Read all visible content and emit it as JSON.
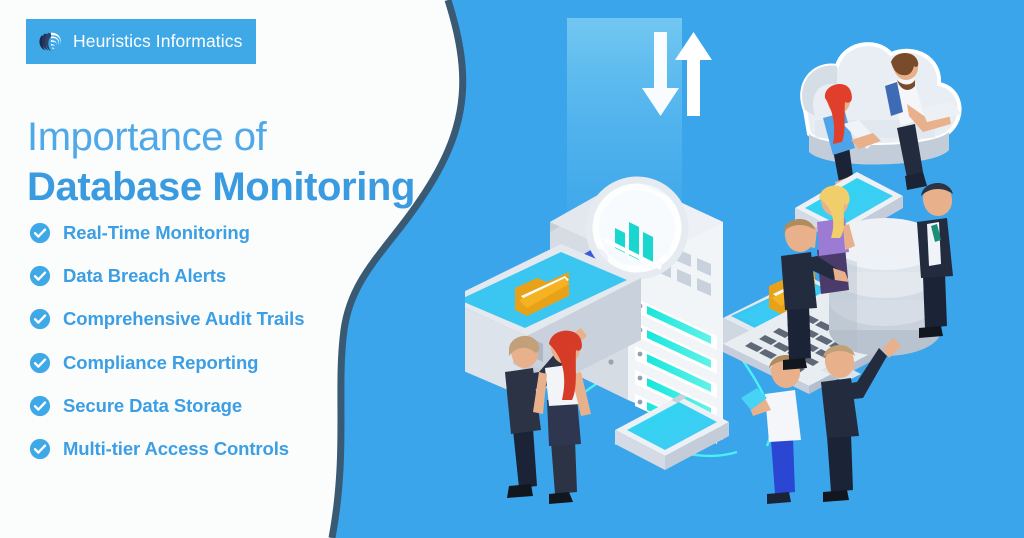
{
  "brand": {
    "logo_icon": "swoosh-wave-logo-icon",
    "name": "Heuristics Informatics",
    "badge_color": "#3FA9E8",
    "text_color": "#FFFFFF"
  },
  "headline": {
    "line1": "Importance of",
    "line2": "Database Monitoring",
    "line1_color": "#4FA8E8",
    "line2_color": "#3B9BE0"
  },
  "bullets": {
    "icon": "check-circle-icon",
    "icon_color": "#3FA9E8",
    "text_color": "#3C9FE4",
    "items": [
      {
        "label": "Real-Time Monitoring"
      },
      {
        "label": "Data Breach Alerts"
      },
      {
        "label": "Comprehensive Audit Trails"
      },
      {
        "label": "Compliance Reporting"
      },
      {
        "label": "Secure Data Storage"
      },
      {
        "label": "Multi-tier Access Controls"
      }
    ]
  },
  "theme": {
    "panel_background": "#FBFCFC",
    "accent_background": "#3AA5EA",
    "divider_stroke": "#3A5A73"
  },
  "illustration": {
    "name": "isometric-database-monitoring-scene",
    "elements": [
      {
        "name": "data-transfer-arrows-icon",
        "label": "up-down data transfer arrows"
      },
      {
        "name": "server-tower-icon",
        "label": "isometric server rack tower"
      },
      {
        "name": "magnifier-icon",
        "label": "magnifying glass over server with bar chart"
      },
      {
        "name": "bar-chart-icon",
        "label": "analytics bars inside magnifier"
      },
      {
        "name": "cloud-icon",
        "label": "cloud platform with two seated workers"
      },
      {
        "name": "database-cylinder-icon",
        "label": "stacked database discs"
      },
      {
        "name": "desktop-monitor-icon",
        "label": "desktop monitor showing folder"
      },
      {
        "name": "laptop-icon",
        "label": "laptop showing folder"
      },
      {
        "name": "smartphone-icon",
        "label": "smartphone device"
      },
      {
        "name": "folder-icon",
        "label": "yellow file folder"
      },
      {
        "name": "people-group",
        "label": "nine isometric business people"
      },
      {
        "name": "network-links",
        "label": "cyan connection cables"
      }
    ]
  }
}
